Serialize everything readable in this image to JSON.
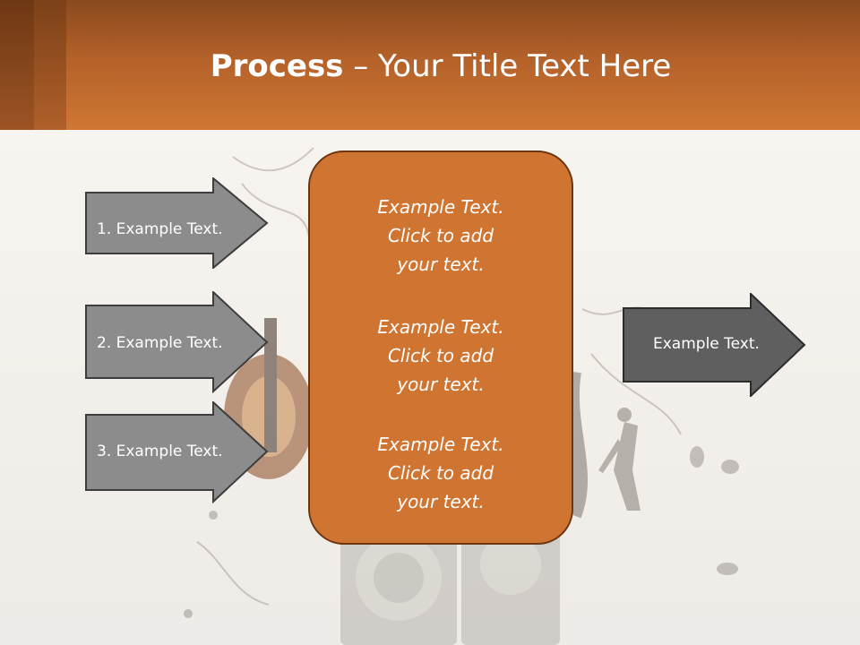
{
  "title": {
    "bold": "Process",
    "rest": " – Your Title Text Here"
  },
  "left_arrows": [
    {
      "label": "1. Example Text."
    },
    {
      "label": "2. Example Text."
    },
    {
      "label": "3. Example Text."
    }
  ],
  "center_blocks": [
    {
      "lines": [
        "Example Text.",
        "Click  to add",
        "your text."
      ]
    },
    {
      "lines": [
        "Example Text.",
        "Click  to add",
        "your text."
      ]
    },
    {
      "lines": [
        "Example Text.",
        "Click  to add",
        "your text."
      ]
    }
  ],
  "right_arrow": {
    "label": "Example Text."
  },
  "colors": {
    "header": "#c0682d",
    "center_box": "#cf7431",
    "left_arrow": "#8c8c8c",
    "right_arrow": "#5f5f5f"
  }
}
